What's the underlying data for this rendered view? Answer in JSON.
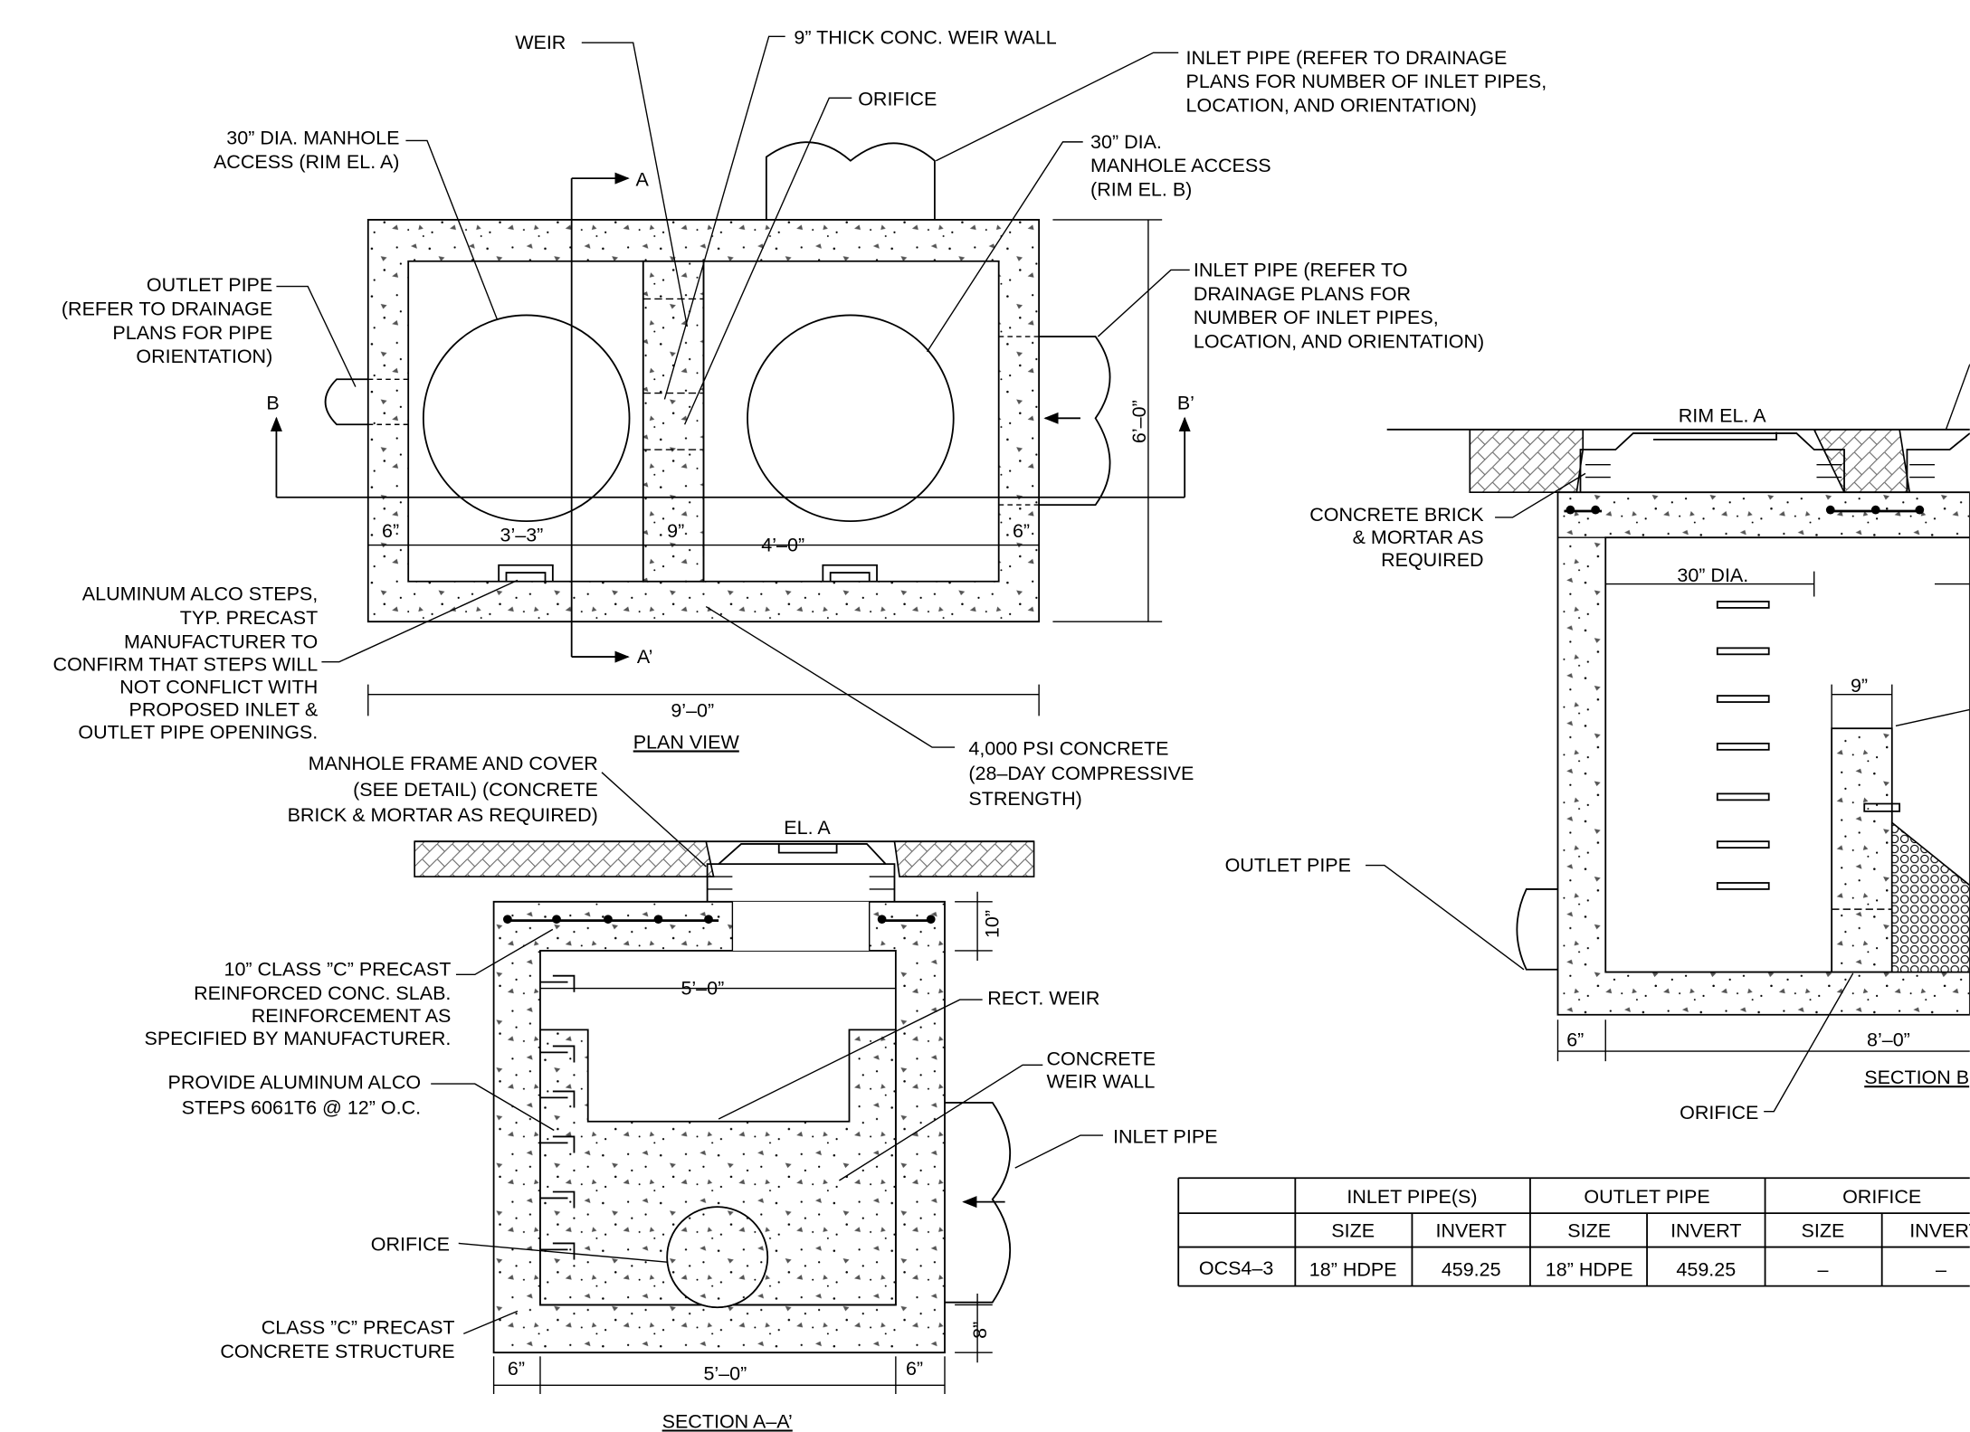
{
  "plan_view": {
    "title": "PLAN VIEW",
    "weir": "WEIR",
    "weir_wall": "9” THICK CONC. WEIR WALL",
    "orifice": "ORIFICE",
    "inlet_pipe_top": [
      "INLET PIPE (REFER TO DRAINAGE",
      "PLANS FOR NUMBER OF INLET PIPES,",
      "LOCATION, AND ORIENTATION)"
    ],
    "manhole_a": [
      "30” DIA. MANHOLE",
      "ACCESS (RIM EL. A)"
    ],
    "manhole_b": [
      "30” DIA.",
      "MANHOLE ACCESS",
      "(RIM EL. B)"
    ],
    "outlet_pipe": [
      "OUTLET PIPE",
      "(REFER TO DRAINAGE",
      "PLANS FOR PIPE",
      "ORIENTATION)"
    ],
    "inlet_pipe_right": [
      "INLET PIPE (REFER TO",
      "DRAINAGE PLANS FOR",
      "NUMBER OF INLET PIPES,",
      "LOCATION, AND ORIENTATION)"
    ],
    "steps": [
      "ALUMINUM ALCO STEPS,",
      "TYP. PRECAST",
      "MANUFACTURER TO",
      "CONFIRM THAT STEPS WILL",
      "NOT CONFLICT WITH",
      "PROPOSED INLET &",
      "OUTLET PIPE OPENINGS."
    ],
    "concrete": [
      "4,000 PSI CONCRETE",
      "(28–DAY COMPRESSIVE",
      "STRENGTH)"
    ],
    "cut_a": "A",
    "cut_a2": "A’",
    "cut_b": "B",
    "cut_b2": "B’",
    "dims": {
      "d1": "6”",
      "d2": "3’–3”",
      "d3": "9”",
      "d4": "4’–0”",
      "d5": "6”",
      "overall": "9’–0”",
      "height": "6’–0”"
    }
  },
  "section_aa": {
    "title": "SECTION A–A’",
    "frame": [
      "MANHOLE FRAME AND COVER",
      "(SEE DETAIL) (CONCRETE",
      "BRICK & MORTAR AS REQUIRED)"
    ],
    "el": "EL. A",
    "slab": [
      "10” CLASS ”C” PRECAST",
      "REINFORCED CONC. SLAB.",
      "REINFORCEMENT AS",
      "SPECIFIED BY MANUFACTURER."
    ],
    "steps": [
      "PROVIDE ALUMINUM ALCO",
      "STEPS 6061T6 @ 12” O.C."
    ],
    "rect_weir": "RECT. WEIR",
    "weir_wall": [
      "CONCRETE",
      "WEIR WALL"
    ],
    "inlet_pipe": "INLET PIPE",
    "orifice": "ORIFICE",
    "structure": [
      "CLASS ”C” PRECAST",
      "CONCRETE STRUCTURE"
    ],
    "dims": {
      "top": "10”",
      "inner": "5’–0”",
      "bottom": "8”",
      "left": "6”",
      "width": "5’–0”",
      "right": "6”"
    }
  },
  "section_bb": {
    "title": "SECTION B",
    "rim": "RIM EL. A",
    "brick": [
      "CONCRETE BRICK",
      "& MORTAR AS",
      "REQUIRED"
    ],
    "dia": "30” DIA.",
    "weir_dim": "9”",
    "outlet_pipe": "OUTLET PIPE",
    "orifice": "ORIFICE",
    "dims": {
      "left": "6”",
      "length": "8’–0”"
    }
  },
  "table": {
    "groups": [
      "INLET PIPE(S)",
      "OUTLET PIPE",
      "ORIFICE"
    ],
    "subheaders": [
      "SIZE",
      "INVERT",
      "SIZE",
      "INVERT",
      "SIZE",
      "INVERT"
    ],
    "rows": [
      {
        "id": "OCS4–3",
        "cells": [
          "18” HDPE",
          "459.25",
          "18” HDPE",
          "459.25",
          "–",
          "–"
        ]
      }
    ]
  }
}
